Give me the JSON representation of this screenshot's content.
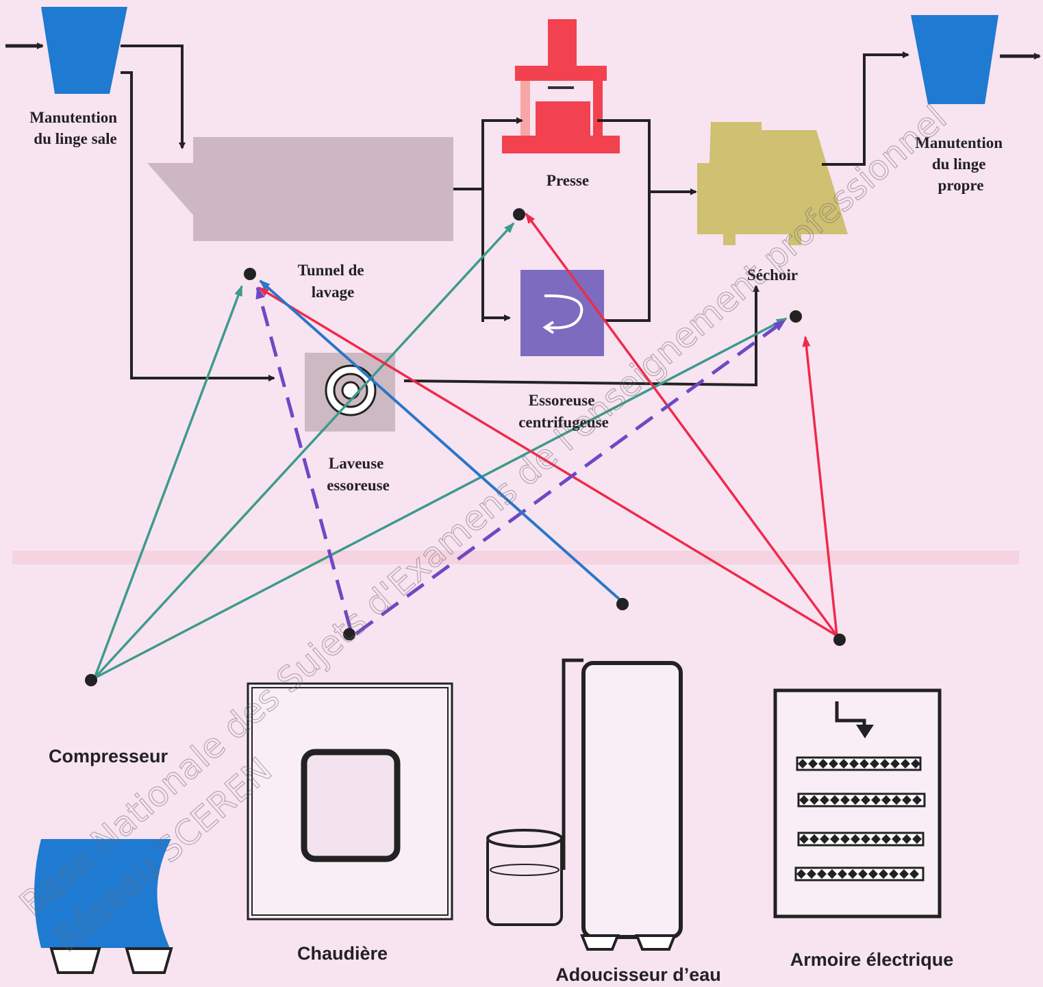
{
  "labels": {
    "manutention_sale": [
      "Manutention",
      "du linge sale"
    ],
    "manutention_propre": [
      "Manutention",
      "du linge",
      "propre"
    ],
    "tunnel": [
      "Tunnel de",
      "lavage"
    ],
    "presse": "Presse",
    "sechoir": "Séchoir",
    "essoreuse": [
      "Essoreuse",
      "centrifugeuse"
    ],
    "laveuse": [
      "Laveuse",
      "essoreuse"
    ],
    "compresseur": "Compresseur",
    "chaudiere": "Chaudière",
    "adoucisseur": "Adoucisseur d’eau",
    "armoire": "Armoire électrique"
  },
  "watermark": {
    "line1": "Base Nationale des Sujets d'Examens de l'enseignement professionnel",
    "line2": "Réseau SCEREN"
  },
  "colors": {
    "background": "#f8e3f1",
    "bin_blue": "#1f7ad1",
    "tunnel": "#cdb7c5",
    "press": "#f2424f",
    "dryer": "#cfc072",
    "spinner": "#7d6bc0",
    "washer": "#cdb9c2",
    "compressor_link": "#3d9a8c",
    "boiler_link": "#6e48c4",
    "softener_link": "#2a76c8",
    "electrical_link": "#ef2a4a"
  }
}
